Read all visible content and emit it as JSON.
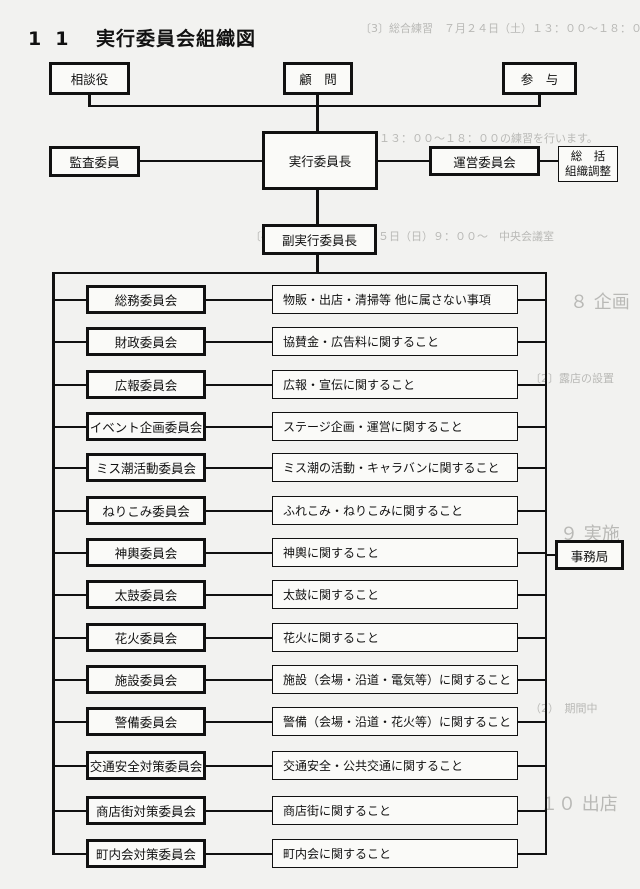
{
  "page": {
    "title_number": "11",
    "title_text": "実行委員会組織図"
  },
  "top": {
    "soudanyaku": "相談役",
    "komon": "顧　問",
    "sanyo": "参　与"
  },
  "middle": {
    "kansa": "監査委員",
    "jikko_chair": "実行委員長",
    "unei": "運営委員会",
    "soukatsu": "総　括",
    "soshiki": "組織調整",
    "vice_chair": "副実行委員長",
    "jimukyoku": "事務局"
  },
  "committees": [
    {
      "name": "総務委員会",
      "duty": "物販・出店・清掃等 他に属さない事項"
    },
    {
      "name": "財政委員会",
      "duty": "協賛金・広告料に関すること"
    },
    {
      "name": "広報委員会",
      "duty": "広報・宣伝に関すること"
    },
    {
      "name": "イベント企画委員会",
      "duty": "ステージ企画・運営に関すること"
    },
    {
      "name": "ミス潮活動委員会",
      "duty": "ミス潮の活動・キャラバンに関すること"
    },
    {
      "name": "ねりこみ委員会",
      "duty": "ふれこみ・ねりこみに関すること"
    },
    {
      "name": "神輿委員会",
      "duty": "神輿に関すること"
    },
    {
      "name": "太鼓委員会",
      "duty": "太鼓に関すること"
    },
    {
      "name": "花火委員会",
      "duty": "花火に関すること"
    },
    {
      "name": "施設委員会",
      "duty": "施設（会場・沿道・電気等）に関すること"
    },
    {
      "name": "警備委員会",
      "duty": "警備（会場・沿道・花火等）に関すること"
    },
    {
      "name": "交通安全対策委員会",
      "duty": "交通安全・公共交通に関すること"
    },
    {
      "name": "商店街対策委員会",
      "duty": "商店街に関すること"
    },
    {
      "name": "町内会対策委員会",
      "duty": "町内会に関すること"
    }
  ]
}
